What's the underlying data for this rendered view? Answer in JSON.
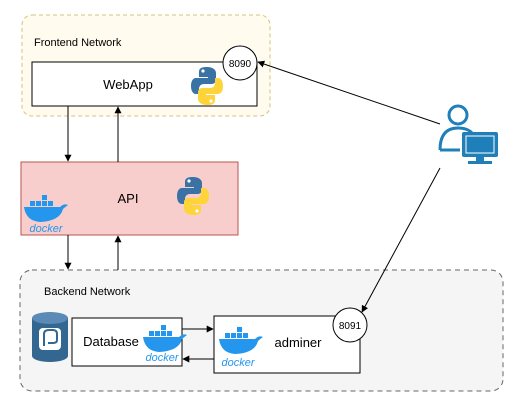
{
  "networks": {
    "frontend": {
      "label": "Frontend Network"
    },
    "backend": {
      "label": "Backend Network"
    }
  },
  "nodes": {
    "webapp": {
      "label": "WebApp",
      "port": "8090",
      "tech": [
        "python-icon"
      ]
    },
    "api": {
      "label": "API",
      "tech": [
        "docker-icon",
        "python-icon"
      ]
    },
    "database": {
      "label": "Database",
      "tech": [
        "postgresql-icon",
        "docker-icon"
      ]
    },
    "adminer": {
      "label": "adminer",
      "port": "8091",
      "tech": [
        "docker-icon"
      ]
    }
  },
  "icons": {
    "docker_text": "docker",
    "user": "user-computer-icon"
  },
  "edges": [
    {
      "from": "webapp",
      "to": "api"
    },
    {
      "from": "api",
      "to": "webapp"
    },
    {
      "from": "api",
      "to": "backend"
    },
    {
      "from": "backend",
      "to": "api"
    },
    {
      "from": "database",
      "to": "adminer"
    },
    {
      "from": "adminer",
      "to": "database"
    },
    {
      "from": "user",
      "to": "webapp"
    },
    {
      "from": "user",
      "to": "adminer"
    }
  ],
  "colors": {
    "frontend_fill": "#fffbee",
    "frontend_stroke": "#d6c27a",
    "backend_fill": "#f5f5f5",
    "backend_stroke": "#666666",
    "api_fill": "#f8cecc",
    "api_stroke": "#b85450",
    "docker_blue": "#2496ed",
    "user_blue": "#1f7fb8",
    "python_blue": "#3a72a6",
    "python_yellow": "#ffd43b",
    "postgres_blue": "#336791"
  }
}
